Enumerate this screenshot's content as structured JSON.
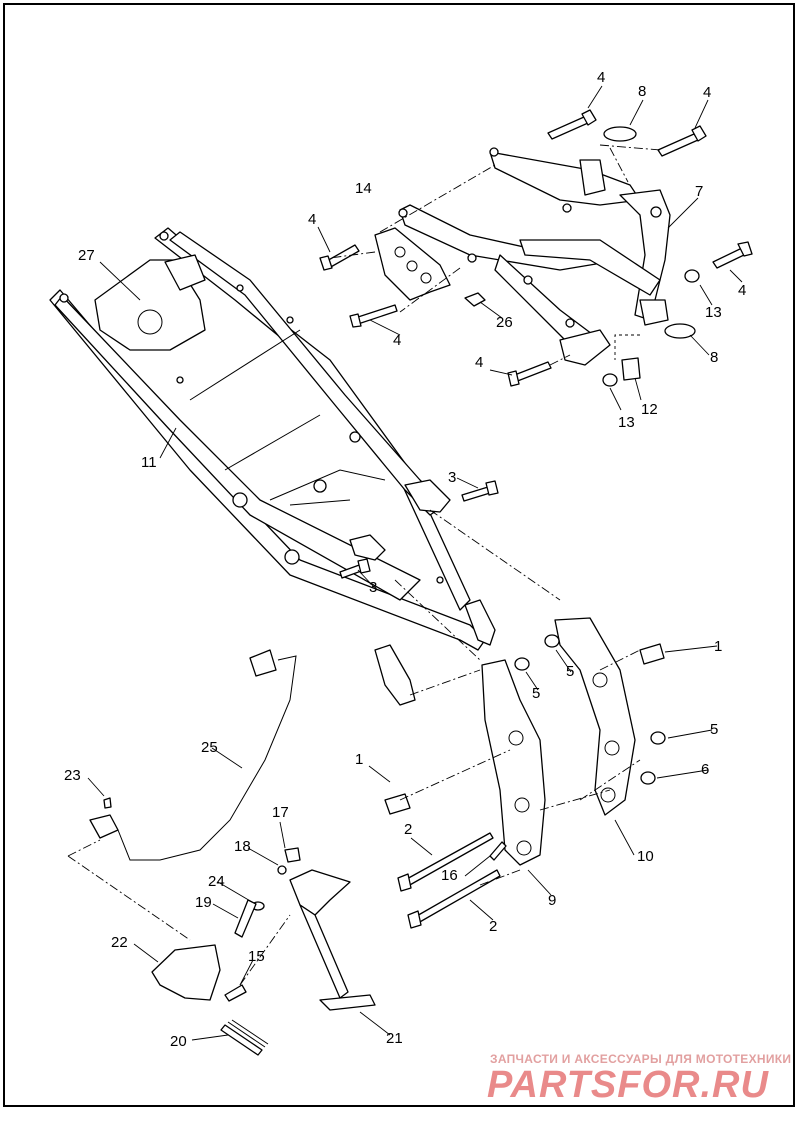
{
  "callouts": {
    "n1a": "1",
    "n1b": "1",
    "n2a": "2",
    "n2b": "2",
    "n3a": "3",
    "n3b": "3",
    "n4a": "4",
    "n4b": "4",
    "n4c": "4",
    "n4d": "4",
    "n4e": "4",
    "n4f": "4",
    "n5a": "5",
    "n5b": "5",
    "n5c": "5",
    "n6": "6",
    "n7": "7",
    "n8a": "8",
    "n8b": "8",
    "n9": "9",
    "n10": "10",
    "n11": "11",
    "n12": "12",
    "n13a": "13",
    "n13b": "13",
    "n14": "14",
    "n15": "15",
    "n16": "16",
    "n17": "17",
    "n18": "18",
    "n19": "19",
    "n20": "20",
    "n21": "21",
    "n22": "22",
    "n23": "23",
    "n24": "24",
    "n25": "25",
    "n26": "26",
    "n27": "27"
  },
  "watermark": {
    "line1": "ЗАПЧАСТИ И АКСЕССУАРЫ ДЛЯ МОТОТЕХНИКИ",
    "line2": "PARTSFOR.RU"
  },
  "colors": {
    "watermark": "#e98a8a",
    "line": "#000000"
  }
}
